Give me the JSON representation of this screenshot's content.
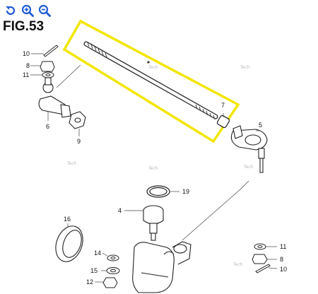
{
  "toolbar": {
    "rotate_icon": "rotate-icon",
    "zoom_in_icon": "zoom-in-icon",
    "zoom_out_icon": "zoom-out-icon",
    "icon_color": "#1e5bd6"
  },
  "figure": {
    "title": "FIG.53",
    "highlight_color": "#f2e600",
    "callouts": [
      "10",
      "8",
      "11",
      "6",
      "9",
      "7",
      "5",
      "19",
      "4",
      "16",
      "14",
      "15",
      "12",
      "11",
      "8",
      "10"
    ]
  }
}
